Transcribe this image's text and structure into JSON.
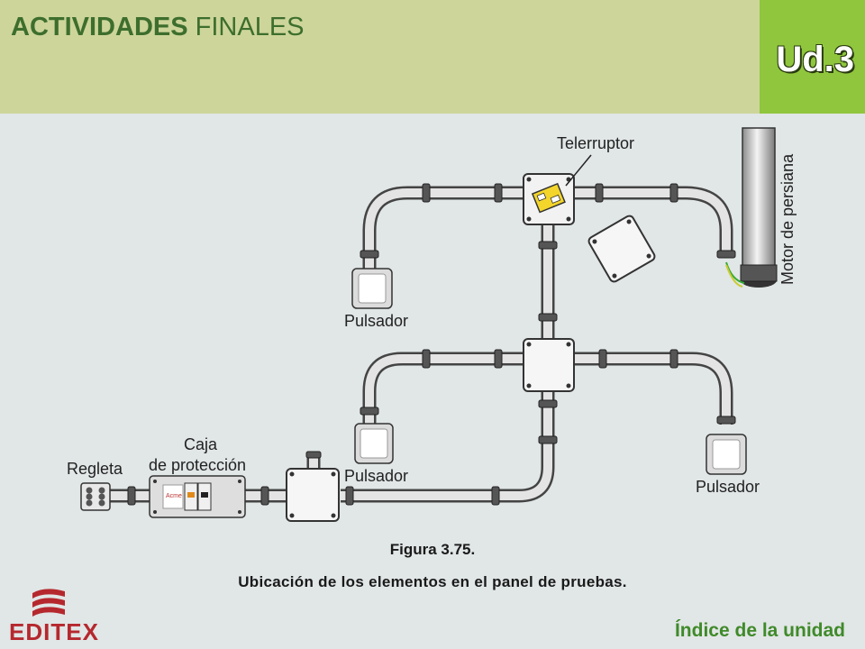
{
  "header": {
    "title_bold": "ACTIVIDADES",
    "title_regular": "FINALES",
    "unit": "Ud.3"
  },
  "diagram": {
    "labels": {
      "telerruptor": "Telerruptor",
      "motor": "Motor de persiana",
      "pulsador_top": "Pulsador",
      "pulsador_mid": "Pulsador",
      "pulsador_right": "Pulsador",
      "regleta": "Regleta",
      "caja_line1": "Caja",
      "caja_line2": "de protección"
    }
  },
  "caption": {
    "figure": "Figura 3.75.",
    "text": "Ubicación de los elementos en el panel de pruebas."
  },
  "footer": {
    "logo": "EDITEX",
    "index_link": "Índice de la unidad"
  }
}
